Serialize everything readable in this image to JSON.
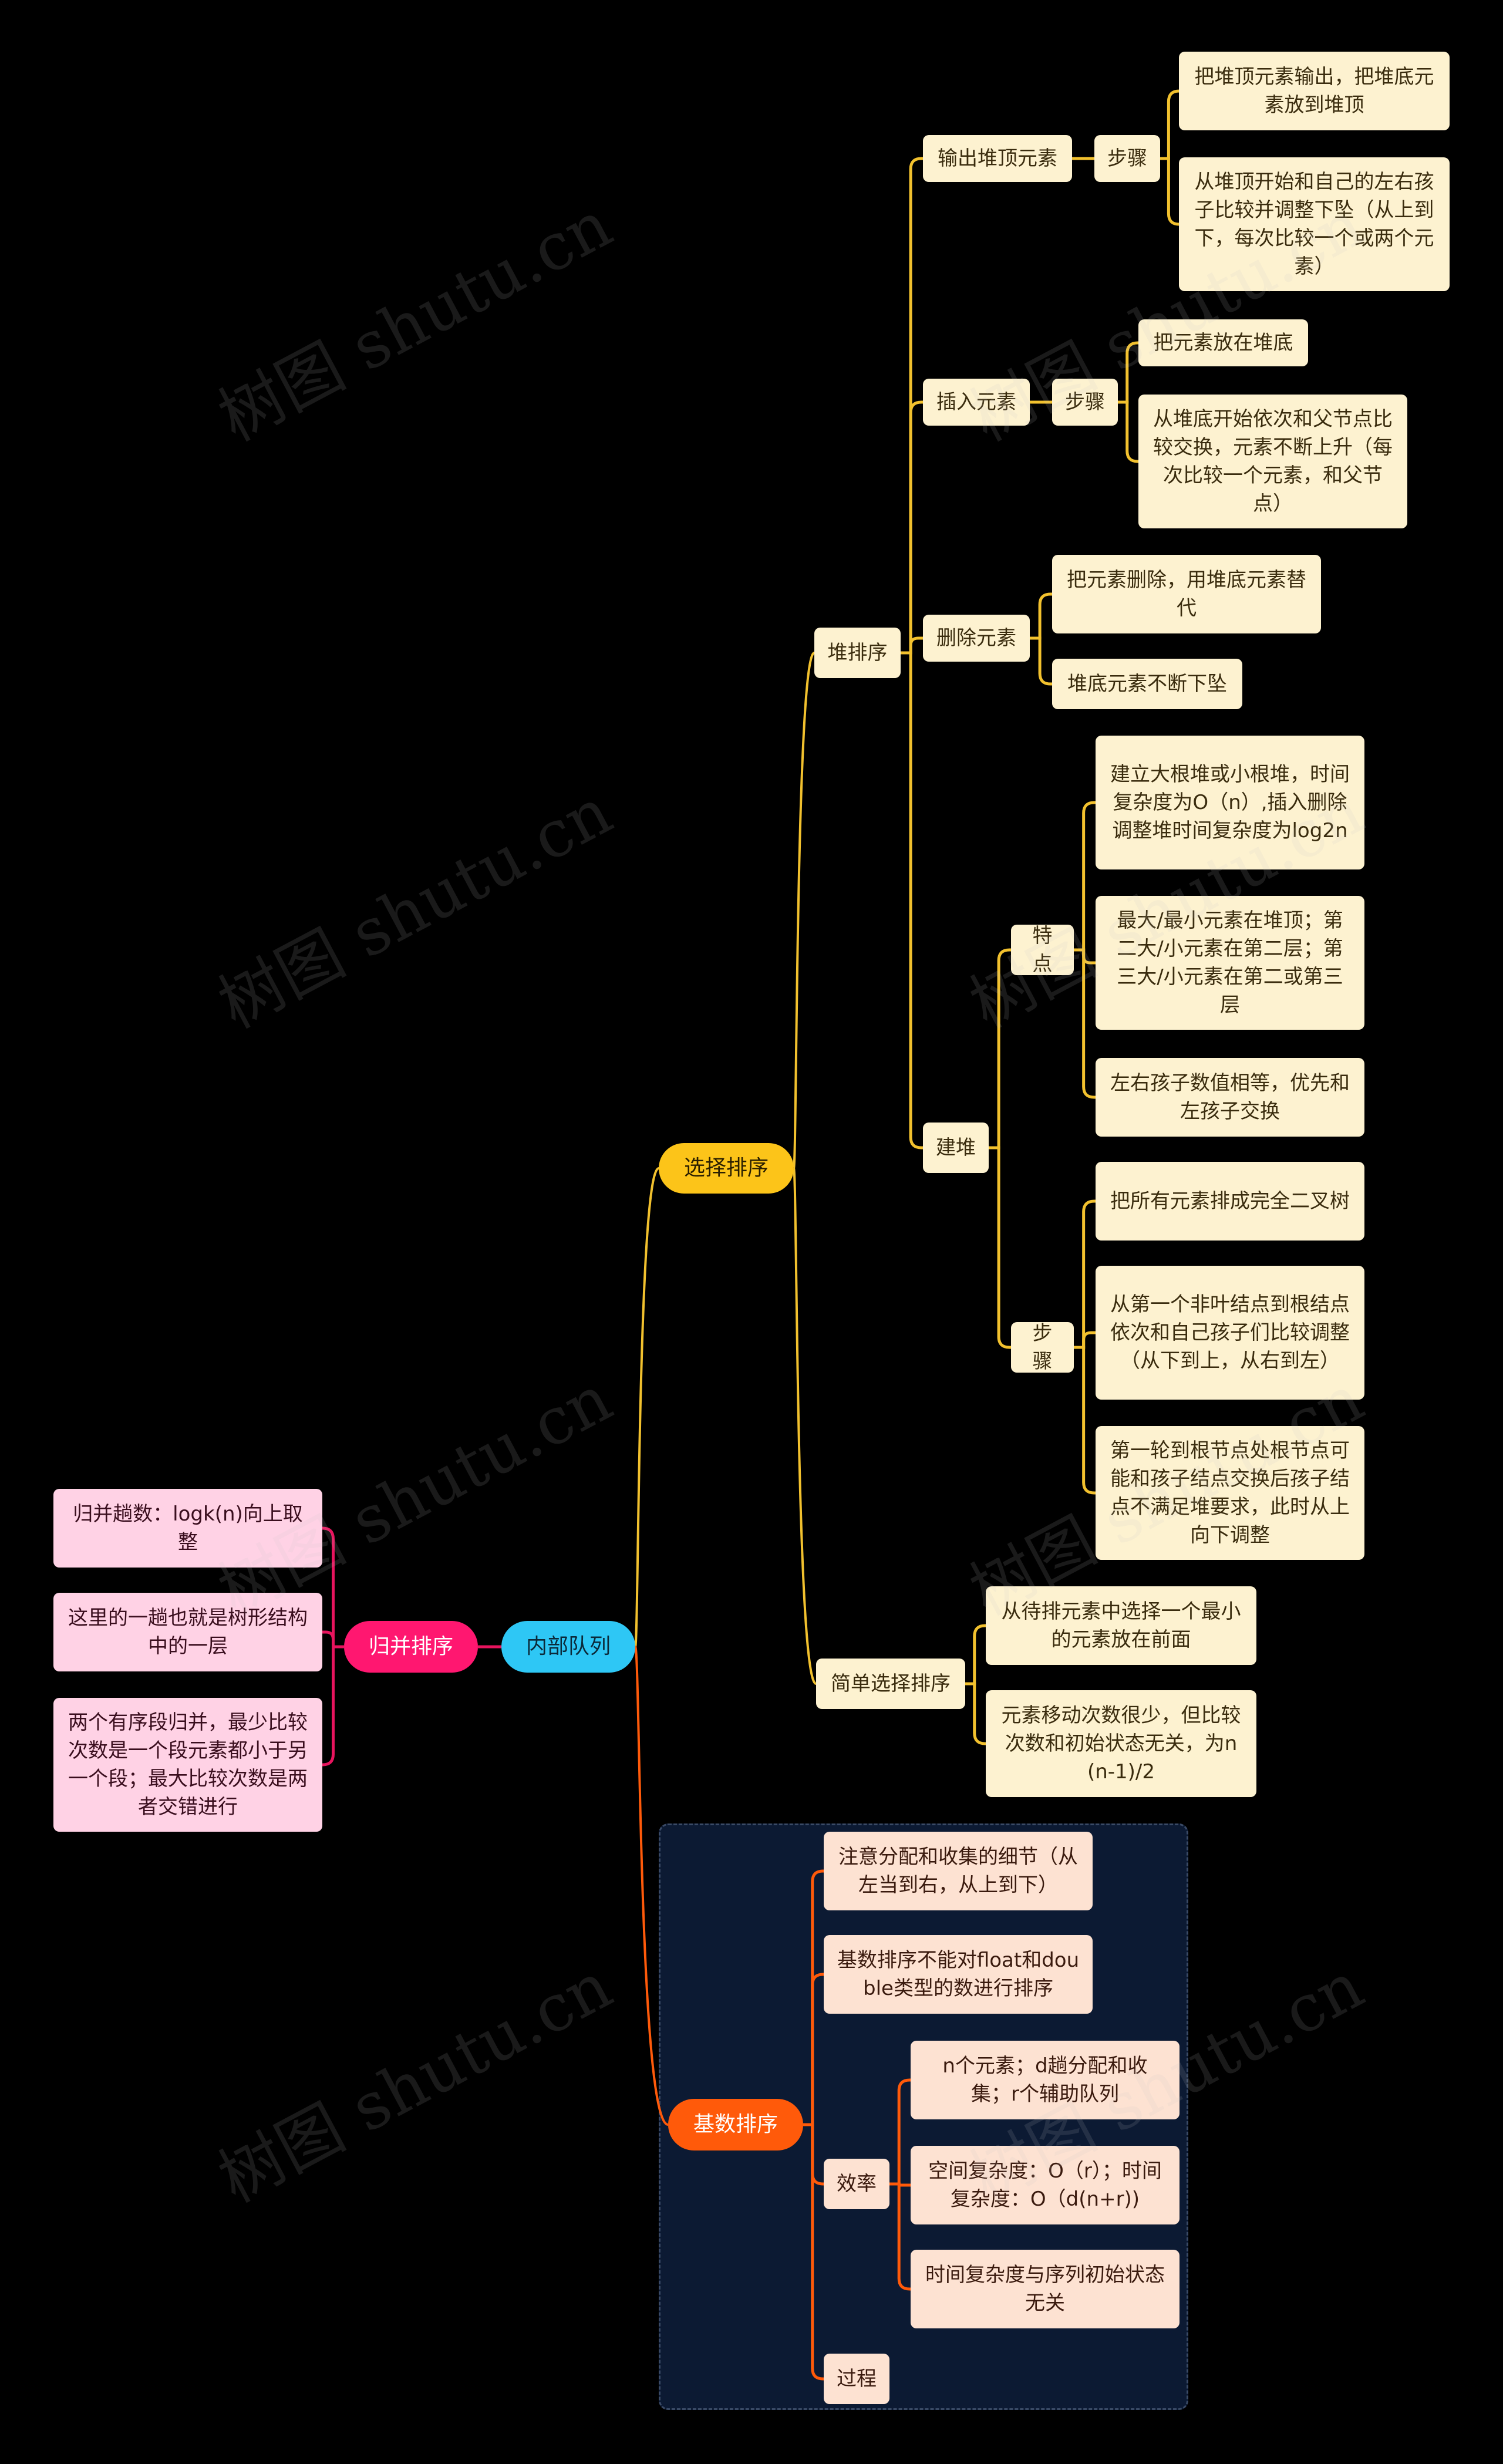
{
  "watermark": "树图 shutu.cn",
  "colors": {
    "selection": "#f2c12e",
    "merge": "#e8145e",
    "radix": "#ff5a0a",
    "internal_edge_top": "#f2c12e"
  },
  "root": {
    "label": "内部队列"
  },
  "merge_sort": {
    "label": "归并排序",
    "items": [
      "归并趟数：logk(n)向上取整",
      "这里的一趟也就是树形结构中的一层",
      "两个有序段归并，最少比较次数是一个段元素都小于另一个段；最大比较次数是两者交错进行"
    ]
  },
  "selection_sort": {
    "label": "选择排序",
    "heap_sort": {
      "label": "堆排序",
      "output_top": {
        "label": "输出堆顶元素",
        "steps_label": "步骤",
        "steps": [
          "把堆顶元素输出，把堆底元素放到堆顶",
          "从堆顶开始和自己的左右孩子比较并调整下坠（从上到下，每次比较一个或两个元素）"
        ]
      },
      "insert": {
        "label": "插入元素",
        "steps_label": "步骤",
        "steps": [
          "把元素放在堆底",
          "从堆底开始依次和父节点比较交换，元素不断上升（每次比较一个元素，和父节点）"
        ]
      },
      "delete": {
        "label": "删除元素",
        "items": [
          "把元素删除，用堆底元素替代",
          "堆底元素不断下坠"
        ]
      },
      "build": {
        "label": "建堆",
        "features_label": "特点",
        "features": [
          "建立大根堆或小根堆，时间复杂度为O（n）,插入删除调整堆时间复杂度为log2n",
          "最大/最小元素在堆顶；第二大/小元素在第二层；第三大/小元素在第二或第三层",
          "左右孩子数值相等，优先和左孩子交换"
        ],
        "steps_label": "步骤",
        "steps": [
          "把所有元素排成完全二叉树",
          "从第一个非叶结点到根结点依次和自己孩子们比较调整（从下到上，从右到左）",
          "第一轮到根节点处根节点可能和孩子结点交换后孩子结点不满足堆要求，此时从上向下调整"
        ]
      }
    },
    "simple": {
      "label": "简单选择排序",
      "items": [
        "从待排元素中选择一个最小的元素放在前面",
        "元素移动次数很少，但比较次数和初始状态无关，为n(n-1)/2"
      ]
    }
  },
  "radix_sort": {
    "label": "基数排序",
    "items": [
      "注意分配和收集的细节（从左当到右，从上到下）",
      "基数排序不能对float和double类型的数进行排序"
    ],
    "efficiency": {
      "label": "效率",
      "items": [
        "n个元素；d趟分配和收集；r个辅助队列",
        "空间复杂度：O（r）；时间复杂度：O（d(n+r))",
        "时间复杂度与序列初始状态无关"
      ]
    },
    "process": {
      "label": "过程"
    }
  }
}
